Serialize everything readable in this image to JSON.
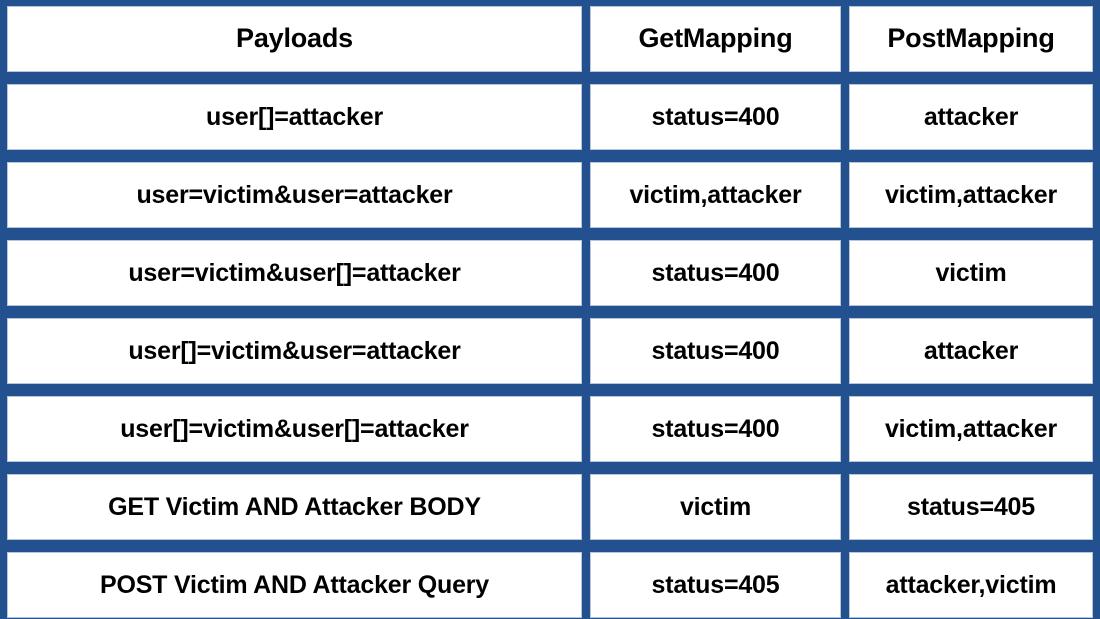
{
  "table": {
    "border_color": "#23508f",
    "cell_background": "#ffffff",
    "text_color": "#000000",
    "columns": [
      {
        "key": "payloads",
        "header": "Payloads"
      },
      {
        "key": "getmapping",
        "header": "GetMapping"
      },
      {
        "key": "postmapping",
        "header": "PostMapping"
      }
    ],
    "rows": [
      {
        "payloads": "user[]=attacker",
        "getmapping": "status=400",
        "postmapping": "attacker"
      },
      {
        "payloads": "user=victim&user=attacker",
        "getmapping": "victim,attacker",
        "postmapping": "victim,attacker"
      },
      {
        "payloads": "user=victim&user[]=attacker",
        "getmapping": "status=400",
        "postmapping": "victim"
      },
      {
        "payloads": "user[]=victim&user=attacker",
        "getmapping": "status=400",
        "postmapping": "attacker"
      },
      {
        "payloads": "user[]=victim&user[]=attacker",
        "getmapping": "status=400",
        "postmapping": "victim,attacker"
      },
      {
        "payloads": "GET Victim AND Attacker BODY",
        "getmapping": "victim",
        "postmapping": "status=405"
      },
      {
        "payloads": "POST Victim AND Attacker Query",
        "getmapping": "status=405",
        "postmapping": "attacker,victim"
      }
    ]
  }
}
